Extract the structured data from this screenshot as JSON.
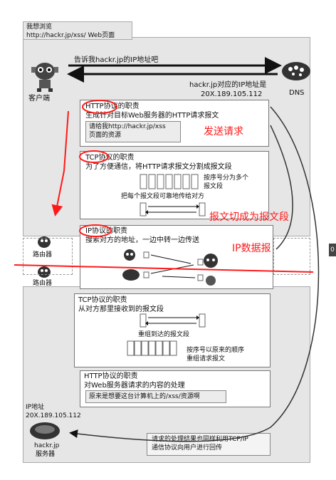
{
  "header": {
    "line1": "我想浏览",
    "line2": "http://hackr.jp/xss/ Web页面"
  },
  "client": {
    "request_text": "告诉我hackr.jp的IP地址吧",
    "label": "客户端"
  },
  "dns": {
    "reply_line1": "hackr.jp对应的IP地址是",
    "reply_line2": "20X.189.105.112",
    "label": "DNS"
  },
  "http_client": {
    "title": "HTTP协议的职责",
    "desc": "生成针对目标Web服务器的HTTP请求报文",
    "request_line1": "请给我http://hackr.jp/xss",
    "request_line2": "页面的资源"
  },
  "tcp_client": {
    "title": "TCP协议的职责",
    "desc": "为了方便通信，将HTTP请求报文分割成报文段",
    "seq_line1": "按序号分为多个",
    "seq_line2": "报文段",
    "reliable": "把每个报文段可靠地传给对方"
  },
  "ip": {
    "title": "IP协议的职责",
    "desc": "搜索对方的地址，一边中转一边传送"
  },
  "routers": {
    "label_top": "路由器",
    "label_bottom": "路由器"
  },
  "tcp_server": {
    "title": "TCP协议的职责",
    "desc": "从对方那里接收到的报文段",
    "reassemble": "重组到达的报文段",
    "order_line1": "按序号以原来的顺序",
    "order_line2": "重组请求报文"
  },
  "http_server": {
    "title": "HTTP协议的职责",
    "desc": "对Web服务器请求的内容的处理",
    "result": "原来是想要这台计算机上的/xss/资源啊"
  },
  "server": {
    "ip_label": "IP地址",
    "ip_value": "20X.189.105.112",
    "name_line1": "hackr.jp",
    "name_line2": "服务器"
  },
  "return_note": {
    "line1": "请求的处理结果也同样利用TCP/IP",
    "line2": "通信协议向用户进行回传"
  },
  "annotations": {
    "send_request": "发送请求",
    "segment": "报文切成为报文段",
    "ip_datagram": "IP数据报"
  },
  "page_edge_mark": "0",
  "colors": {
    "annotation": "#ff1a1a",
    "panel": "#e6e6e6"
  }
}
